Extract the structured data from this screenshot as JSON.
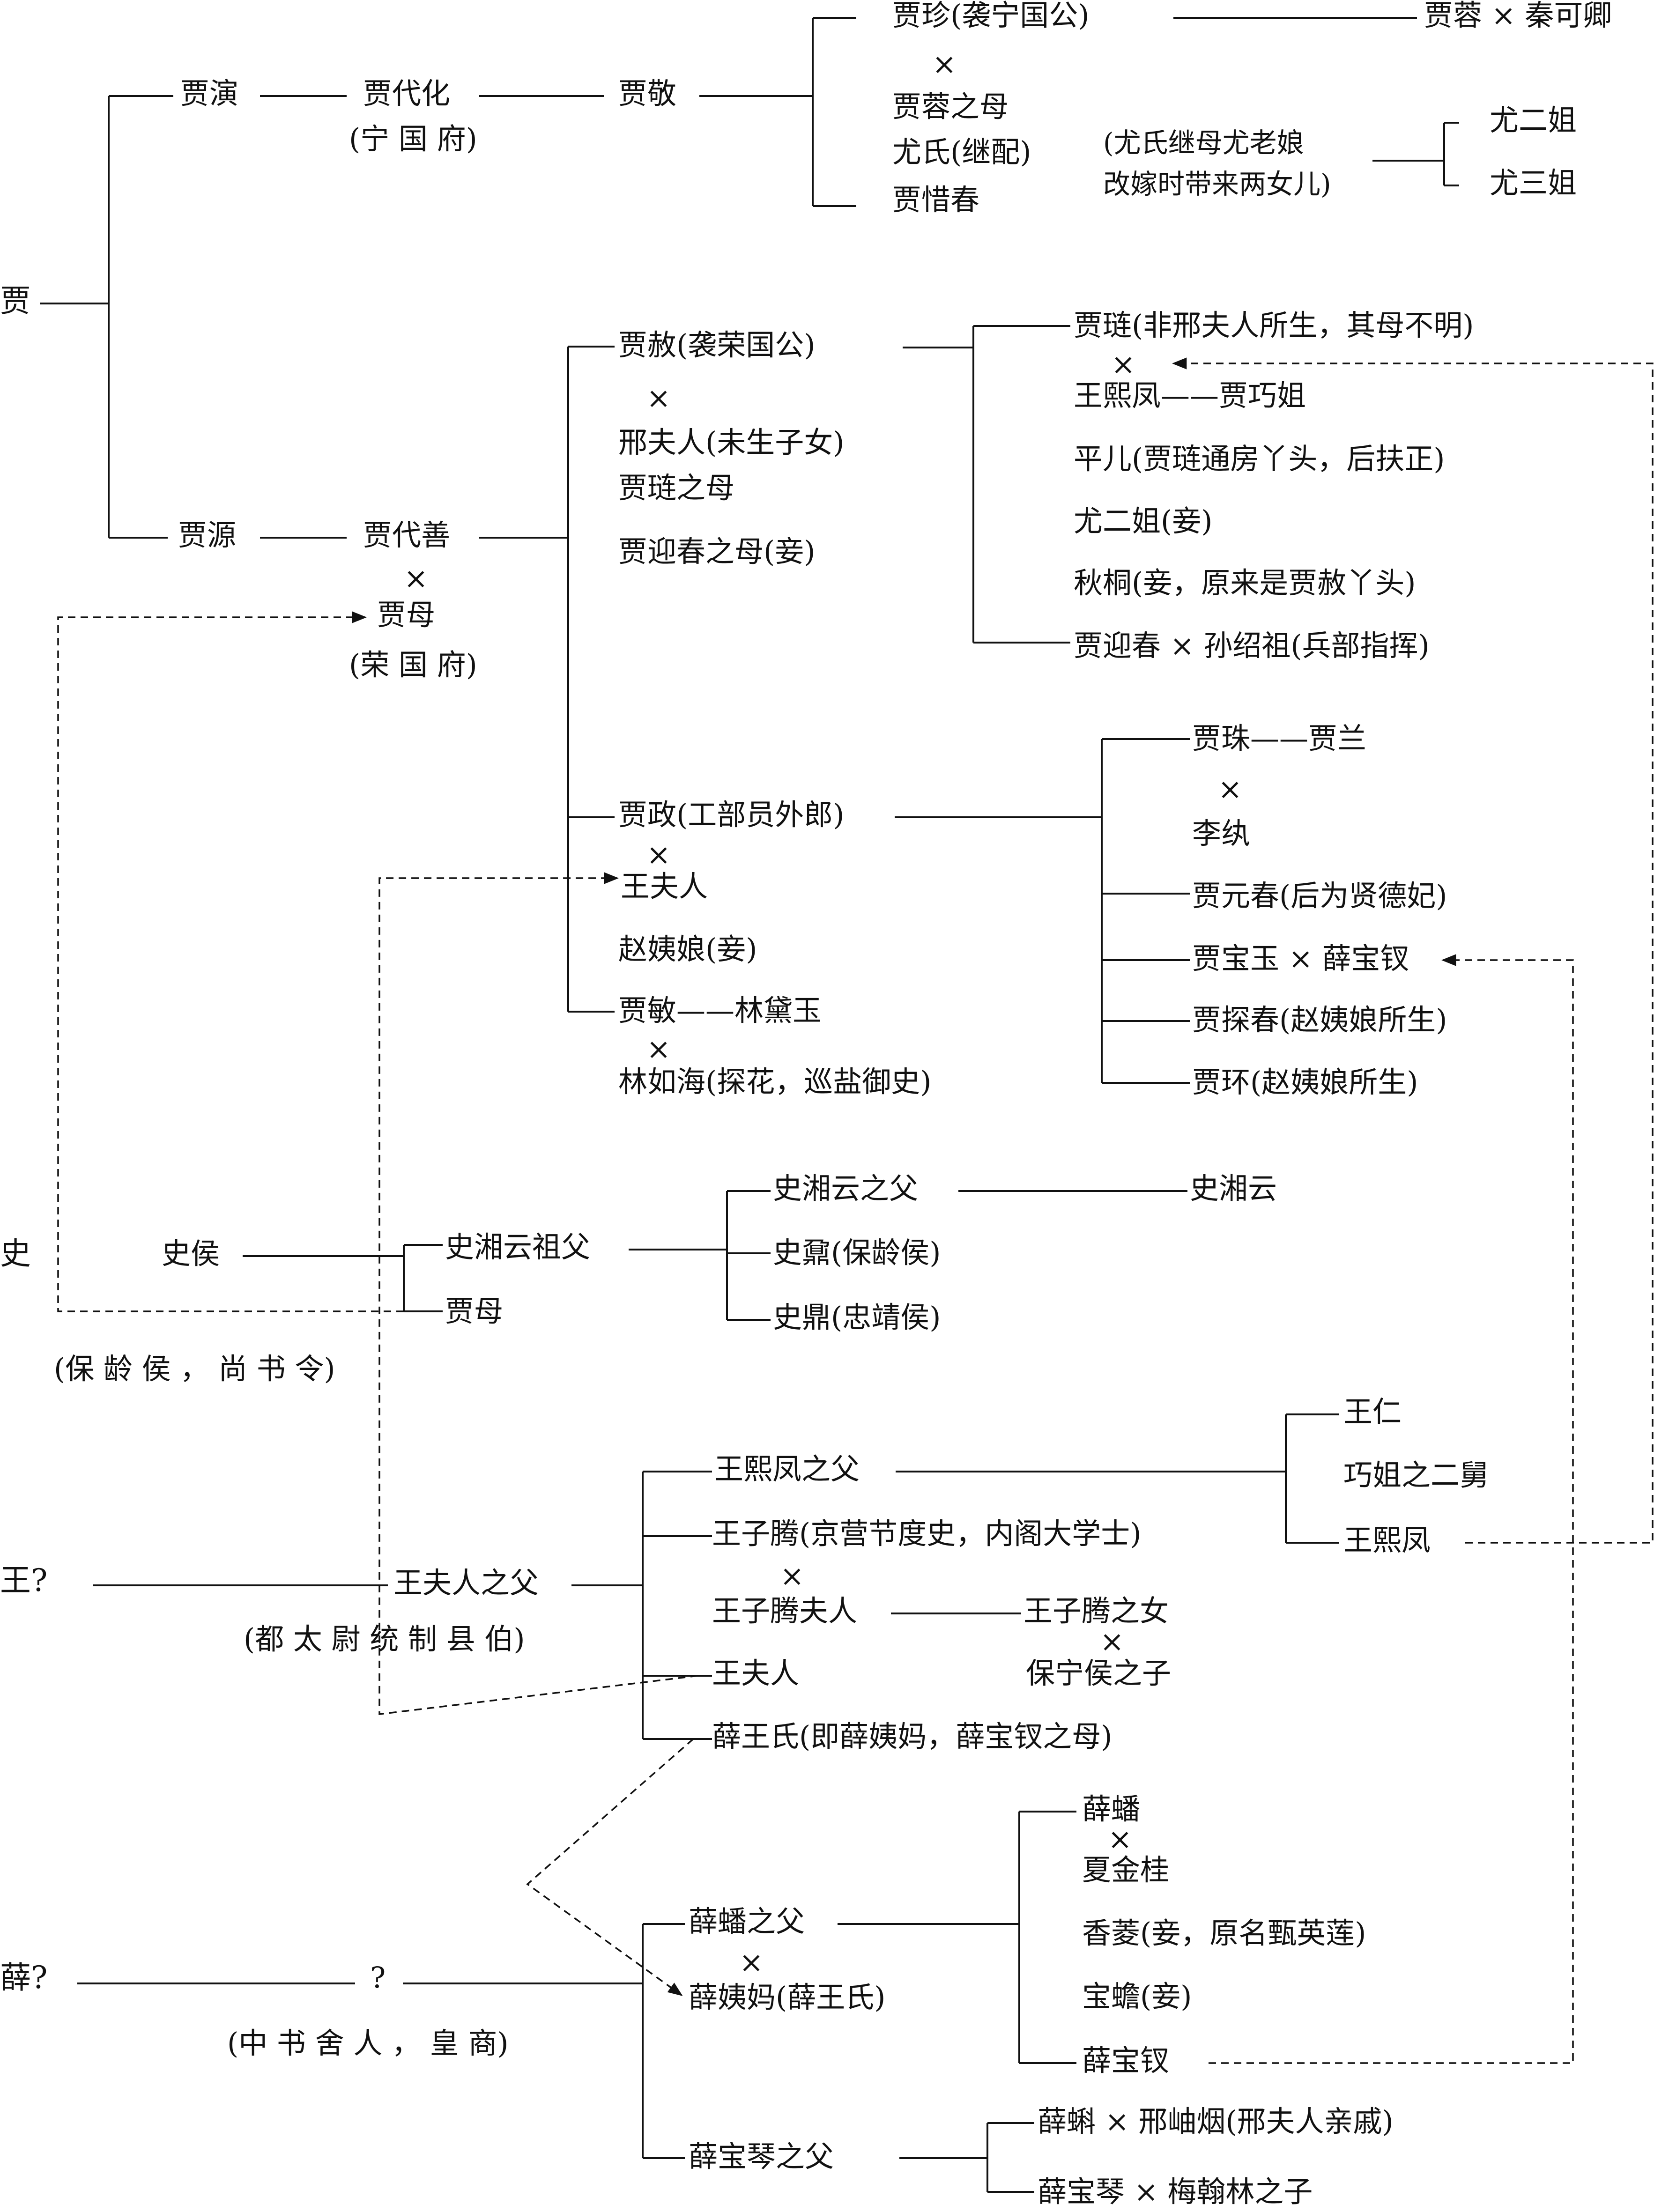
{
  "clans": {
    "jia": "贾",
    "shi": "史",
    "wang": "王?",
    "xue": "薛?"
  },
  "jia": {
    "jia_yan": "贾演",
    "jia_daihua": "贾代化",
    "ningguo_fu": "(宁 国 府)",
    "jia_jing": "贾敬",
    "jia_zhen": "贾珍(袭宁国公)",
    "zhen_x": "×",
    "jia_rong_mother": "贾蓉之母",
    "you_shi": "尤氏(继配)",
    "jia_xichun": "贾惜春",
    "jia_rong_qin": "贾蓉 × 秦可卿",
    "you_laoniang_1": "(尤氏继母尤老娘",
    "you_laoniang_2": "改嫁时带来两女儿)",
    "you_erjie": "尤二姐",
    "you_sanjie": "尤三姐",
    "jia_yuan": "贾源",
    "jia_daishan": "贾代善",
    "daishan_x": "×",
    "jia_mu": "贾母",
    "rongguo_fu": "(荣 国 府)",
    "jia_she": "贾赦(袭荣国公)",
    "she_x": "×",
    "lady_xing": "邢夫人(未生子女)",
    "jia_lian_mother": "贾琏之母",
    "jia_yingchun_mother": "贾迎春之母(妾)",
    "jia_lian": "贾琏(非邢夫人所生，其母不明)",
    "lian_x": "×",
    "wang_xifeng_qiaojie": "王熙凤——贾巧姐",
    "ping_er": "平儿(贾琏通房丫头，后扶正)",
    "you_erjie_concubine": "尤二姐(妾)",
    "qiu_tong": "秋桐(妾，原来是贾赦丫头)",
    "jia_yingchun": "贾迎春 × 孙绍祖(兵部指挥)",
    "jia_zheng": "贾政(工部员外郎)",
    "zheng_x": "×",
    "lady_wang": "王夫人",
    "aunt_zhao": "赵姨娘(妾)",
    "jia_min_daiyu": "贾敏——林黛玉",
    "min_x": "×",
    "lin_ruhai": "林如海(探花，巡盐御史)",
    "jia_zhu_lan": "贾珠——贾兰",
    "zhu_x": "×",
    "li_wan": "李纨",
    "jia_yuanchun": "贾元春(后为贤德妃)",
    "jia_baoyu": "贾宝玉 × 薛宝钗",
    "jia_tanchun": "贾探春(赵姨娘所生)",
    "jia_huan": "贾环(赵姨娘所生)"
  },
  "shi": {
    "shi_hou": "史侯",
    "title": "(保 龄 侯 ， 尚 书 令)",
    "xiangyun_grandfather": "史湘云祖父",
    "jia_mu": "贾母",
    "xiangyun_father": "史湘云之父",
    "shi_xiangyun": "史湘云",
    "shi_nai": "史鼐(保龄侯)",
    "shi_ding": "史鼎(忠靖侯)"
  },
  "wang": {
    "lady_wang_father": "王夫人之父",
    "title": "(都 太 尉 统 制 县 伯)",
    "xifeng_father": "王熙凤之父",
    "wang_ren": "王仁",
    "qiaojie_uncle": "巧姐之二舅",
    "wang_xifeng": "王熙凤",
    "wang_ziteng": "王子腾(京营节度史，内阁大学士)",
    "ziteng_x": "×",
    "ziteng_wife": "王子腾夫人",
    "ziteng_daughter": "王子腾之女",
    "daughter_x": "×",
    "baoning_son": "保宁侯之子",
    "lady_wang": "王夫人",
    "xue_wang_shi": "薛王氏(即薛姨妈，薛宝钗之母)"
  },
  "xue": {
    "unknown": "?",
    "title": "(中 书 舍 人 ， 皇 商)",
    "xue_pan_father": "薛蟠之父",
    "pan_father_x": "×",
    "aunt_xue": "薛姨妈(薛王氏)",
    "xue_pan": "薛蟠",
    "pan_x": "×",
    "xia_jingui": "夏金桂",
    "xiang_ling": "香菱(妾，原名甄英莲)",
    "bao_chan": "宝蟾(妾)",
    "xue_baochai": "薛宝钗",
    "baoqin_father": "薛宝琴之父",
    "xue_ke": "薛蝌 × 邢岫烟(邢夫人亲戚)",
    "xue_baoqin": "薛宝琴 × 梅翰林之子"
  }
}
